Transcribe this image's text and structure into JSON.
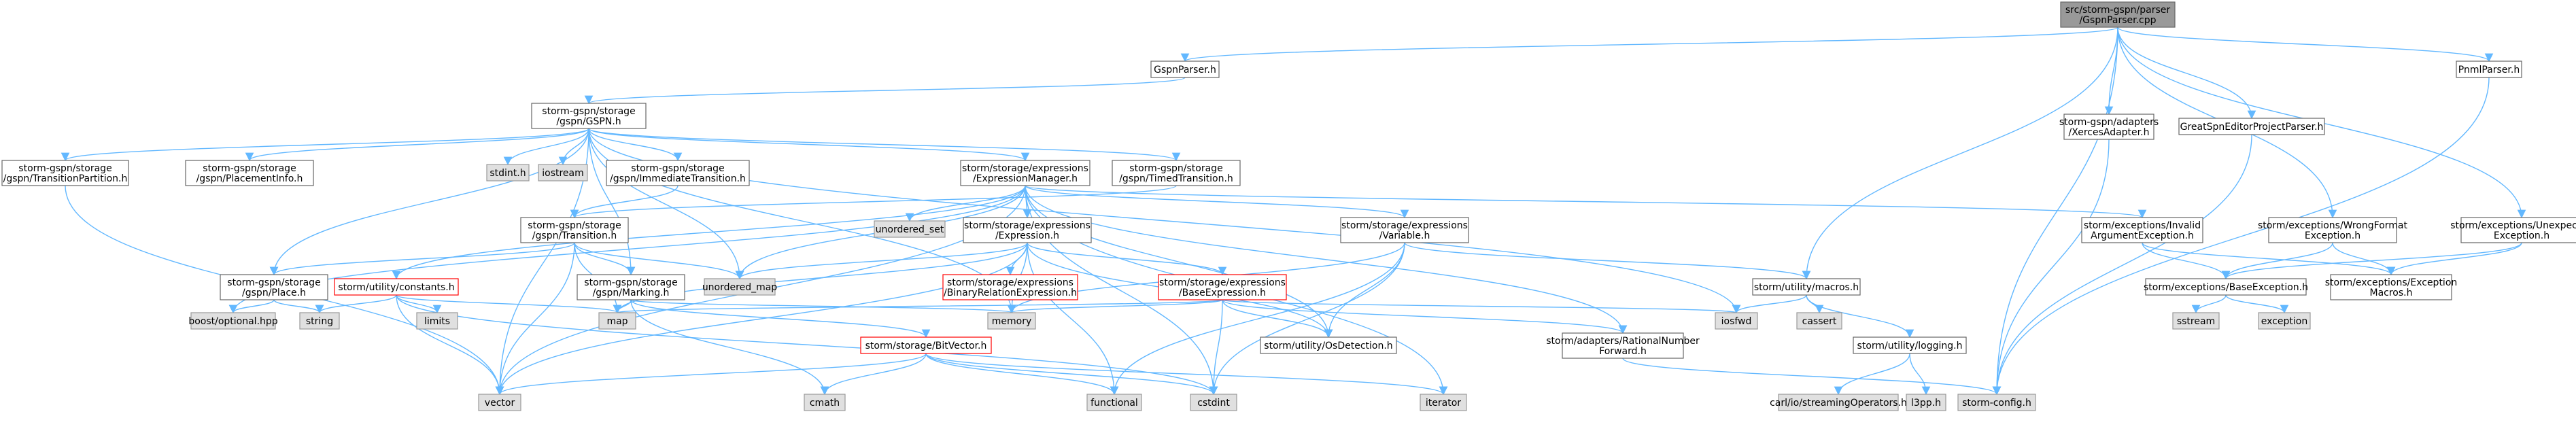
{
  "colors": {
    "edge": "#63b8ff",
    "node_border": "#666666",
    "node_fill": "#ffffff",
    "root_fill": "#999999",
    "root_border": "#666666",
    "system_fill": "#e0e0e0",
    "system_border": "#999999",
    "truncated_border": "#ff0000"
  },
  "nodes": [
    {
      "id": "root",
      "lines": [
        "src/storm-gspn/parser",
        "/GspnParser.cpp"
      ],
      "kind": "root"
    },
    {
      "id": "gspnparser_h",
      "lines": [
        "GspnParser.h"
      ],
      "kind": "normal"
    },
    {
      "id": "gspn_h",
      "lines": [
        "storm-gspn/storage",
        "/gspn/GSPN.h"
      ],
      "kind": "normal"
    },
    {
      "id": "transpart_h",
      "lines": [
        "storm-gspn/storage",
        "/gspn/TransitionPartition.h"
      ],
      "kind": "normal"
    },
    {
      "id": "placementinfo_h",
      "lines": [
        "storm-gspn/storage",
        "/gspn/PlacementInfo.h"
      ],
      "kind": "normal"
    },
    {
      "id": "stdint_h",
      "lines": [
        "stdint.h"
      ],
      "kind": "system"
    },
    {
      "id": "iostream",
      "lines": [
        "iostream"
      ],
      "kind": "system"
    },
    {
      "id": "immtrans_h",
      "lines": [
        "storm-gspn/storage",
        "/gspn/ImmediateTransition.h"
      ],
      "kind": "normal"
    },
    {
      "id": "exprmgr_h",
      "lines": [
        "storm/storage/expressions",
        "/ExpressionManager.h"
      ],
      "kind": "normal"
    },
    {
      "id": "timedtrans_h",
      "lines": [
        "storm-gspn/storage",
        "/gspn/TimedTransition.h"
      ],
      "kind": "normal"
    },
    {
      "id": "xerces_h",
      "lines": [
        "storm-gspn/adapters",
        "/XercesAdapter.h"
      ],
      "kind": "normal"
    },
    {
      "id": "greatspn_h",
      "lines": [
        "GreatSpnEditorProjectParser.h"
      ],
      "kind": "normal"
    },
    {
      "id": "pnml_h",
      "lines": [
        "PnmlParser.h"
      ],
      "kind": "normal"
    },
    {
      "id": "unordered_set",
      "lines": [
        "unordered_set"
      ],
      "kind": "system"
    },
    {
      "id": "transition_h",
      "lines": [
        "storm-gspn/storage",
        "/gspn/Transition.h"
      ],
      "kind": "normal"
    },
    {
      "id": "expression_h",
      "lines": [
        "storm/storage/expressions",
        "/Expression.h"
      ],
      "kind": "normal"
    },
    {
      "id": "variable_h",
      "lines": [
        "storm/storage/expressions",
        "/Variable.h"
      ],
      "kind": "normal"
    },
    {
      "id": "invalidarg_h",
      "lines": [
        "storm/exceptions/Invalid",
        "ArgumentException.h"
      ],
      "kind": "normal"
    },
    {
      "id": "wrongformat_h",
      "lines": [
        "storm/exceptions/WrongFormat",
        "Exception.h"
      ],
      "kind": "normal"
    },
    {
      "id": "unexpected_h",
      "lines": [
        "storm/exceptions/Unexpected",
        "Exception.h"
      ],
      "kind": "normal"
    },
    {
      "id": "place_h",
      "lines": [
        "storm-gspn/storage",
        "/gspn/Place.h"
      ],
      "kind": "normal"
    },
    {
      "id": "constants_h",
      "lines": [
        "storm/utility/constants.h"
      ],
      "kind": "truncated"
    },
    {
      "id": "marking_h",
      "lines": [
        "storm-gspn/storage",
        "/gspn/Marking.h"
      ],
      "kind": "normal"
    },
    {
      "id": "unordered_map",
      "lines": [
        "unordered_map"
      ],
      "kind": "system"
    },
    {
      "id": "binrel_h",
      "lines": [
        "storm/storage/expressions",
        "/BinaryRelationExpression.h"
      ],
      "kind": "truncated"
    },
    {
      "id": "baseexpr_h",
      "lines": [
        "storm/storage/expressions",
        "/BaseExpression.h"
      ],
      "kind": "truncated"
    },
    {
      "id": "macros_h",
      "lines": [
        "storm/utility/macros.h"
      ],
      "kind": "normal"
    },
    {
      "id": "baseexc_h",
      "lines": [
        "storm/exceptions/BaseException.h"
      ],
      "kind": "normal"
    },
    {
      "id": "excmacros_h",
      "lines": [
        "storm/exceptions/Exception",
        "Macros.h"
      ],
      "kind": "normal"
    },
    {
      "id": "boost_optional",
      "lines": [
        "boost/optional.hpp"
      ],
      "kind": "system"
    },
    {
      "id": "string",
      "lines": [
        "string"
      ],
      "kind": "system"
    },
    {
      "id": "limits",
      "lines": [
        "limits"
      ],
      "kind": "system"
    },
    {
      "id": "map",
      "lines": [
        "map"
      ],
      "kind": "system"
    },
    {
      "id": "memory",
      "lines": [
        "memory"
      ],
      "kind": "system"
    },
    {
      "id": "bitvector_h",
      "lines": [
        "storm/storage/BitVector.h"
      ],
      "kind": "truncated"
    },
    {
      "id": "osdetect_h",
      "lines": [
        "storm/utility/OsDetection.h"
      ],
      "kind": "normal"
    },
    {
      "id": "rational_h",
      "lines": [
        "storm/adapters/RationalNumber",
        "Forward.h"
      ],
      "kind": "normal"
    },
    {
      "id": "iosfwd",
      "lines": [
        "iosfwd"
      ],
      "kind": "system"
    },
    {
      "id": "cassert",
      "lines": [
        "cassert"
      ],
      "kind": "system"
    },
    {
      "id": "logging_h",
      "lines": [
        "storm/utility/logging.h"
      ],
      "kind": "normal"
    },
    {
      "id": "sstream",
      "lines": [
        "sstream"
      ],
      "kind": "system"
    },
    {
      "id": "exception",
      "lines": [
        "exception"
      ],
      "kind": "system"
    },
    {
      "id": "vector",
      "lines": [
        "vector"
      ],
      "kind": "system"
    },
    {
      "id": "cmath",
      "lines": [
        "cmath"
      ],
      "kind": "system"
    },
    {
      "id": "functional",
      "lines": [
        "functional"
      ],
      "kind": "system"
    },
    {
      "id": "cstdint",
      "lines": [
        "cstdint"
      ],
      "kind": "system"
    },
    {
      "id": "iterator",
      "lines": [
        "iterator"
      ],
      "kind": "system"
    },
    {
      "id": "stormconfig_h",
      "lines": [
        "storm-config.h"
      ],
      "kind": "system"
    },
    {
      "id": "carl_h",
      "lines": [
        "carl/io/streamingOperators.h"
      ],
      "kind": "system"
    },
    {
      "id": "l3pp_h",
      "lines": [
        "l3pp.h"
      ],
      "kind": "system"
    }
  ],
  "edges": [
    [
      "root",
      "gspnparser_h"
    ],
    [
      "root",
      "macros_h"
    ],
    [
      "root",
      "stormconfig_h"
    ],
    [
      "root",
      "xerces_h"
    ],
    [
      "root",
      "greatspn_h"
    ],
    [
      "root",
      "wrongformat_h"
    ],
    [
      "root",
      "unexpected_h"
    ],
    [
      "root",
      "pnml_h"
    ],
    [
      "gspnparser_h",
      "gspn_h"
    ],
    [
      "gspn_h",
      "transpart_h"
    ],
    [
      "gspn_h",
      "placementinfo_h"
    ],
    [
      "gspn_h",
      "stdint_h"
    ],
    [
      "gspn_h",
      "iostream"
    ],
    [
      "gspn_h",
      "immtrans_h"
    ],
    [
      "gspn_h",
      "exprmgr_h"
    ],
    [
      "gspn_h",
      "timedtrans_h"
    ],
    [
      "gspn_h",
      "place_h"
    ],
    [
      "gspn_h",
      "marking_h"
    ],
    [
      "gspn_h",
      "unordered_map"
    ],
    [
      "gspn_h",
      "vector"
    ],
    [
      "gspn_h",
      "memory"
    ],
    [
      "gspn_h",
      "iosfwd"
    ],
    [
      "transpart_h",
      "vector"
    ],
    [
      "immtrans_h",
      "transition_h"
    ],
    [
      "timedtrans_h",
      "transition_h"
    ],
    [
      "exprmgr_h",
      "unordered_set"
    ],
    [
      "exprmgr_h",
      "expression_h"
    ],
    [
      "exprmgr_h",
      "variable_h"
    ],
    [
      "exprmgr_h",
      "invalidarg_h"
    ],
    [
      "exprmgr_h",
      "unordered_map"
    ],
    [
      "exprmgr_h",
      "vector"
    ],
    [
      "exprmgr_h",
      "boost_optional"
    ],
    [
      "exprmgr_h",
      "osdetect_h"
    ],
    [
      "exprmgr_h",
      "cstdint"
    ],
    [
      "exprmgr_h",
      "iterator"
    ],
    [
      "exprmgr_h",
      "rational_h"
    ],
    [
      "exprmgr_h",
      "constants_h"
    ],
    [
      "transition_h",
      "place_h"
    ],
    [
      "transition_h",
      "marking_h"
    ],
    [
      "transition_h",
      "unordered_map"
    ],
    [
      "transition_h",
      "map"
    ],
    [
      "transition_h",
      "vector"
    ],
    [
      "expression_h",
      "binrel_h"
    ],
    [
      "expression_h",
      "baseexpr_h"
    ],
    [
      "expression_h",
      "unordered_map"
    ],
    [
      "expression_h",
      "map"
    ],
    [
      "expression_h",
      "vector"
    ],
    [
      "expression_h",
      "functional"
    ],
    [
      "expression_h",
      "osdetect_h"
    ],
    [
      "expression_h",
      "memory"
    ],
    [
      "variable_h",
      "memory"
    ],
    [
      "variable_h",
      "osdetect_h"
    ],
    [
      "variable_h",
      "macros_h"
    ],
    [
      "variable_h",
      "functional"
    ],
    [
      "variable_h",
      "cstdint"
    ],
    [
      "invalidarg_h",
      "baseexc_h"
    ],
    [
      "invalidarg_h",
      "excmacros_h"
    ],
    [
      "wrongformat_h",
      "baseexc_h"
    ],
    [
      "wrongformat_h",
      "excmacros_h"
    ],
    [
      "unexpected_h",
      "baseexc_h"
    ],
    [
      "unexpected_h",
      "excmacros_h"
    ],
    [
      "xerces_h",
      "stormconfig_h"
    ],
    [
      "greatspn_h",
      "stormconfig_h"
    ],
    [
      "pnml_h",
      "stormconfig_h"
    ],
    [
      "place_h",
      "boost_optional"
    ],
    [
      "place_h",
      "string"
    ],
    [
      "constants_h",
      "limits"
    ],
    [
      "constants_h",
      "string"
    ],
    [
      "constants_h",
      "vector"
    ],
    [
      "constants_h",
      "cstdint"
    ],
    [
      "constants_h",
      "map"
    ],
    [
      "marking_h",
      "map"
    ],
    [
      "marking_h",
      "bitvector_h"
    ],
    [
      "marking_h",
      "memory"
    ],
    [
      "marking_h",
      "cmath"
    ],
    [
      "baseexpr_h",
      "map"
    ],
    [
      "baseexpr_h",
      "memory"
    ],
    [
      "baseexpr_h",
      "osdetect_h"
    ],
    [
      "baseexpr_h",
      "rational_h"
    ],
    [
      "baseexpr_h",
      "cstdint"
    ],
    [
      "baseexpr_h",
      "iosfwd"
    ],
    [
      "macros_h",
      "iosfwd"
    ],
    [
      "macros_h",
      "cassert"
    ],
    [
      "macros_h",
      "logging_h"
    ],
    [
      "baseexc_h",
      "sstream"
    ],
    [
      "baseexc_h",
      "exception"
    ],
    [
      "bitvector_h",
      "vector"
    ],
    [
      "bitvector_h",
      "cmath"
    ],
    [
      "bitvector_h",
      "functional"
    ],
    [
      "bitvector_h",
      "cstdint"
    ],
    [
      "bitvector_h",
      "iterator"
    ],
    [
      "rational_h",
      "stormconfig_h"
    ],
    [
      "logging_h",
      "carl_h"
    ],
    [
      "logging_h",
      "l3pp_h"
    ]
  ]
}
